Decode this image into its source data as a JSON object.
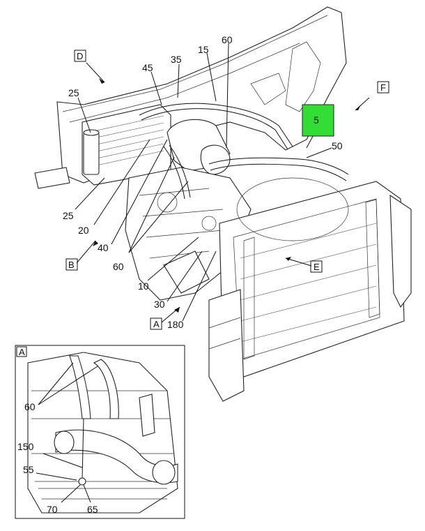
{
  "callouts": {
    "c5": "5",
    "c10": "10",
    "c15": "15",
    "c20": "20",
    "c25a": "25",
    "c25b": "25",
    "c30": "30",
    "c35": "35",
    "c40": "40",
    "c45": "45",
    "c50": "50",
    "c60a": "60",
    "c60b": "60",
    "c180": "180"
  },
  "views": {
    "a": "A",
    "b": "B",
    "d": "D",
    "e": "E",
    "f": "F"
  },
  "inset": {
    "title": "A",
    "c60": "60",
    "c150": "150",
    "c55": "55",
    "c70": "70",
    "c65": "65"
  },
  "highlight_color": "#33dd33"
}
